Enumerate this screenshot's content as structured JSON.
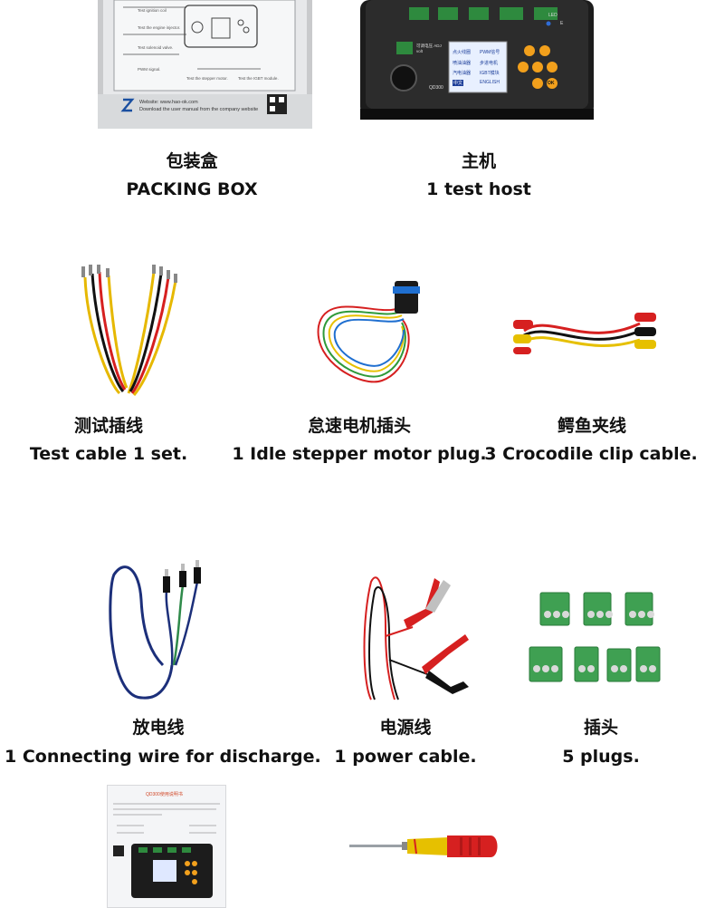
{
  "items": [
    {
      "zh": "包装盒",
      "en": "PACKING BOX"
    },
    {
      "zh": "主机",
      "en": "1 test host"
    },
    {
      "zh": "测试插线",
      "en": "Test cable 1 set."
    },
    {
      "zh": "怠速电机插头",
      "en": "1 Idle stepper motor plug."
    },
    {
      "zh": "鳄鱼夹线",
      "en": "3 Crocodile clip cable."
    },
    {
      "zh": "放电线",
      "en": "1 Connecting wire for discharge."
    },
    {
      "zh": "电源线",
      "en": "1 power cable."
    },
    {
      "zh": "插头",
      "en": "5 plugs."
    }
  ],
  "box": {
    "lines": [
      "Test ignition coil",
      "Test the engine injector.",
      "Test solenoid valve.",
      "PWM signal.",
      "Test the stepper motor.",
      "Test the IGBT module."
    ],
    "website": "Website: www.hao-ok.com",
    "download": "Download the user manual from the company website"
  },
  "host": {
    "screen_rows": [
      [
        "点火线圈",
        "PWM信号"
      ],
      [
        "喷油油器",
        "步进电机"
      ],
      [
        "汽电油器",
        "IGBT模块"
      ],
      [
        "中文",
        "ENGLISH"
      ]
    ],
    "model": "QD300",
    "knob_label": "可调电压 ADJ volt",
    "ok": "OK",
    "led": "LED",
    "e": "E"
  },
  "manual": {
    "title": "QD300使用说明书"
  }
}
